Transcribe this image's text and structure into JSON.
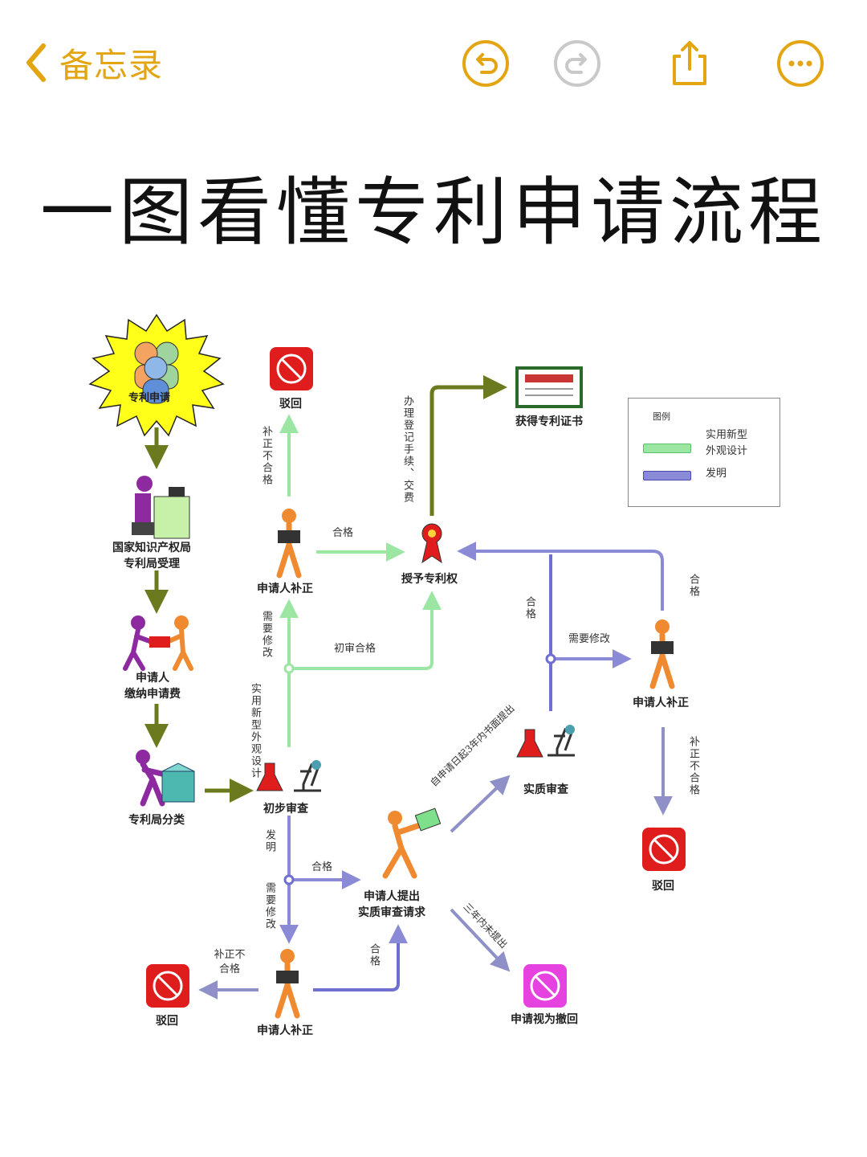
{
  "header": {
    "back_label": "备忘录",
    "accent_color": "#e3a511",
    "icons": [
      "chevron-left-icon",
      "undo-icon",
      "redo-icon",
      "share-icon",
      "more-icon"
    ]
  },
  "title": "一图看懂专利申请流程",
  "diagram": {
    "colors": {
      "utility_design": "#7ee08a",
      "invention": "#5a5ad6",
      "main_flow": "#6b7a1e"
    },
    "nodes": {
      "apply": "专利申请",
      "accept": "国家知识产权局\n专利局受理",
      "pay": "申请人\n缴纳申请费",
      "classify": "专利局分类",
      "prelim": "初步审查",
      "reject_top": "驳回",
      "supp_top": "申请人补正",
      "grant": "授予专利权",
      "cert": "获得专利证书",
      "request": "申请人提出\n实质审查请求",
      "substantive": "实质审查",
      "supp_right": "申请人补正",
      "reject_right": "驳回",
      "supp_bottom": "申请人补正",
      "reject_bottom": "驳回",
      "withdrawn": "申请视为撤回"
    },
    "edges": {
      "supp_fail_top": "补正不合格",
      "pass_top": "合格",
      "register": "办理登记手续、交费",
      "need_mod_top": "需要修改",
      "prelim_pass": "初审合格",
      "utility_design": "实用新型外观设计",
      "invention": "发明",
      "pass_invention": "合格",
      "need_mod_bottom": "需要修改",
      "within3": "自申请日起3年内书面提出",
      "not3": "三年内未提出",
      "pass_sub": "合格",
      "need_mod_sub": "需要修改",
      "pass_right": "合格",
      "supp_fail_right": "补正不合格",
      "supp_fail_bottom": "补正不合格",
      "pass_bottom": "合格"
    },
    "legend": {
      "title": "图例",
      "utility_design": "实用新型\n外观设计",
      "invention": "发明"
    }
  }
}
